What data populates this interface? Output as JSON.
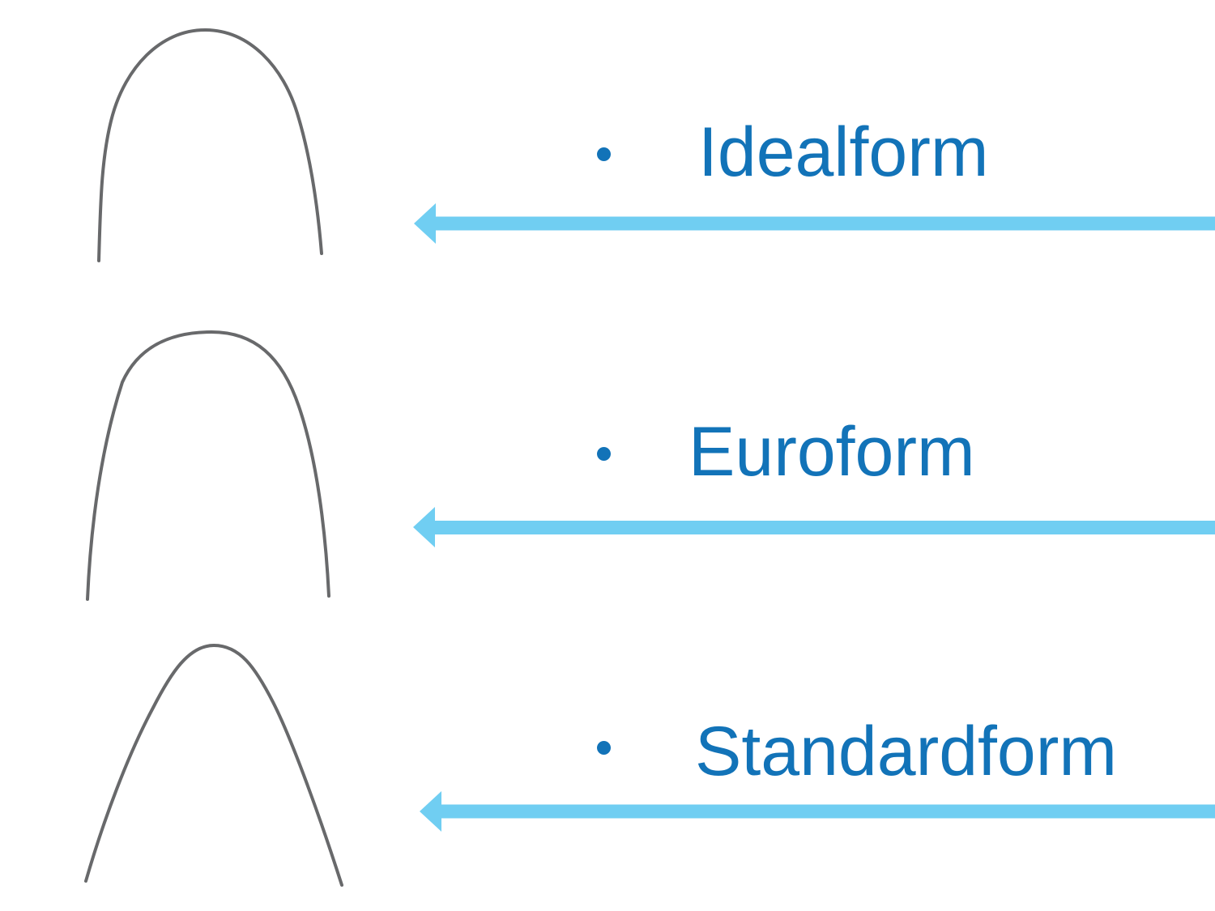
{
  "items": [
    {
      "label": "Idealform",
      "bullet_icon": "bullet-dot-icon",
      "arrow_icon": "left-arrow-icon",
      "image": "idealform-archwire-shape"
    },
    {
      "label": "Euroform",
      "bullet_icon": "bullet-dot-icon",
      "arrow_icon": "left-arrow-icon",
      "image": "euroform-archwire-shape"
    },
    {
      "label": "Standardform",
      "bullet_icon": "bullet-dot-icon",
      "arrow_icon": "left-arrow-icon",
      "image": "standardform-archwire-shape"
    }
  ],
  "colors": {
    "background": "#ffffff",
    "accent_blue": "#1273b8",
    "arrow_blue": "#70cef2",
    "wire_gray": "#5b5c5e"
  }
}
